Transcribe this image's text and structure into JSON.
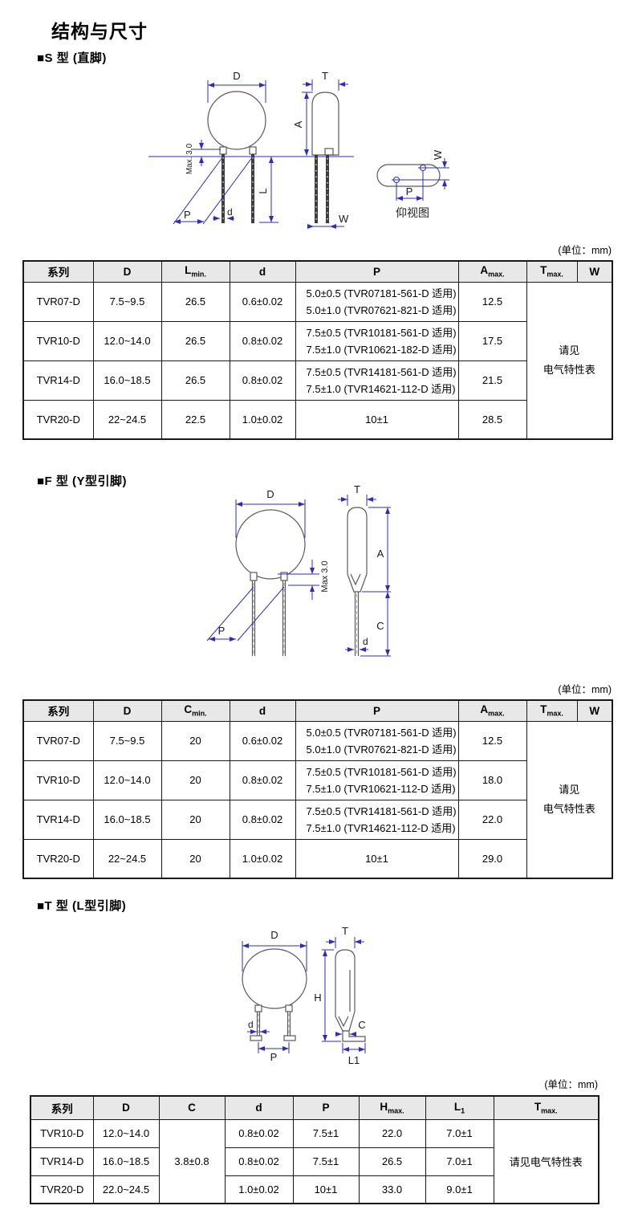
{
  "page": {
    "title": "结构与尺寸"
  },
  "s": {
    "heading": "■S 型 (直脚)",
    "unit": "(单位：mm)",
    "diagram": {
      "D": "D",
      "T": "T",
      "A": "A",
      "L": "L",
      "d": "d",
      "P": "P",
      "W": "W",
      "max3": "Max. 3.0",
      "caption": "仰视图"
    },
    "table": {
      "h_series": "系列",
      "h_D": "D",
      "h_L": "L",
      "h_L_sub": "min.",
      "h_d": "d",
      "h_P": "P",
      "h_A": "A",
      "h_A_sub": "max.",
      "h_T": "T",
      "h_T_sub": "max.",
      "h_W": "W",
      "note1": "请见",
      "note2": "电气特性表",
      "rows": [
        {
          "series": "TVR07-D",
          "D": "7.5~9.5",
          "L": "26.5",
          "d": "0.6±0.02",
          "p1": "5.0±0.5 (TVR07181-561-D 适用)",
          "p2": "5.0±1.0 (TVR07621-821-D 适用)",
          "A": "12.5"
        },
        {
          "series": "TVR10-D",
          "D": "12.0~14.0",
          "L": "26.5",
          "d": "0.8±0.02",
          "p1": "7.5±0.5 (TVR10181-561-D 适用)",
          "p2": "7.5±1.0 (TVR10621-182-D 适用)",
          "A": "17.5"
        },
        {
          "series": "TVR14-D",
          "D": "16.0~18.5",
          "L": "26.5",
          "d": "0.8±0.02",
          "p1": "7.5±0.5 (TVR14181-561-D 适用)",
          "p2": "7.5±1.0 (TVR14621-112-D 适用)",
          "A": "21.5"
        },
        {
          "series": "TVR20-D",
          "D": "22~24.5",
          "L": "22.5",
          "d": "1.0±0.02",
          "p1": "10±1",
          "A": "28.5"
        }
      ]
    }
  },
  "f": {
    "heading": "■F 型 (Y型引脚)",
    "unit": "(单位：mm)",
    "diagram": {
      "D": "D",
      "T": "T",
      "A": "A",
      "C": "C",
      "d": "d",
      "P": "P",
      "max3": "Max 3.0"
    },
    "table": {
      "h_series": "系列",
      "h_D": "D",
      "h_C": "C",
      "h_C_sub": "min.",
      "h_d": "d",
      "h_P": "P",
      "h_A": "A",
      "h_A_sub": "max.",
      "h_T": "T",
      "h_T_sub": "max.",
      "h_W": "W",
      "note1": "请见",
      "note2": "电气特性表",
      "rows": [
        {
          "series": "TVR07-D",
          "D": "7.5~9.5",
          "C": "20",
          "d": "0.6±0.02",
          "p1": "5.0±0.5 (TVR07181-561-D 适用)",
          "p2": "5.0±1.0 (TVR07621-821-D 适用)",
          "A": "12.5"
        },
        {
          "series": "TVR10-D",
          "D": "12.0~14.0",
          "C": "20",
          "d": "0.8±0.02",
          "p1": "7.5±0.5 (TVR10181-561-D 适用)",
          "p2": "7.5±1.0 (TVR10621-112-D 适用)",
          "A": "18.0"
        },
        {
          "series": "TVR14-D",
          "D": "16.0~18.5",
          "C": "20",
          "d": "0.8±0.02",
          "p1": "7.5±0.5 (TVR14181-561-D 适用)",
          "p2": "7.5±1.0 (TVR14621-112-D 适用)",
          "A": "22.0"
        },
        {
          "series": "TVR20-D",
          "D": "22~24.5",
          "C": "20",
          "d": "1.0±0.02",
          "p1": "10±1",
          "A": "29.0"
        }
      ]
    }
  },
  "t": {
    "heading": "■T 型 (L型引脚)",
    "unit": "(单位：mm)",
    "diagram": {
      "D": "D",
      "T": "T",
      "H": "H",
      "C": "C",
      "d": "d",
      "P": "P",
      "L1": "L1"
    },
    "table": {
      "h_series": "系列",
      "h_D": "D",
      "h_C": "C",
      "h_d": "d",
      "h_P": "P",
      "h_H": "H",
      "h_H_sub": "max.",
      "h_L": "L",
      "h_L_sub": "1",
      "h_T": "T",
      "h_T_sub": "max.",
      "C_merged": "3.8±0.8",
      "note": "请见电气特性表",
      "rows": [
        {
          "series": "TVR10-D",
          "D": "12.0~14.0",
          "d": "0.8±0.02",
          "P": "7.5±1",
          "H": "22.0",
          "L1": "7.0±1"
        },
        {
          "series": "TVR14-D",
          "D": "16.0~18.5",
          "d": "0.8±0.02",
          "P": "7.5±1",
          "H": "26.5",
          "L1": "7.0±1"
        },
        {
          "series": "TVR20-D",
          "D": "22.0~24.5",
          "d": "1.0±0.02",
          "P": "10±1",
          "H": "33.0",
          "L1": "9.0±1"
        }
      ]
    }
  }
}
